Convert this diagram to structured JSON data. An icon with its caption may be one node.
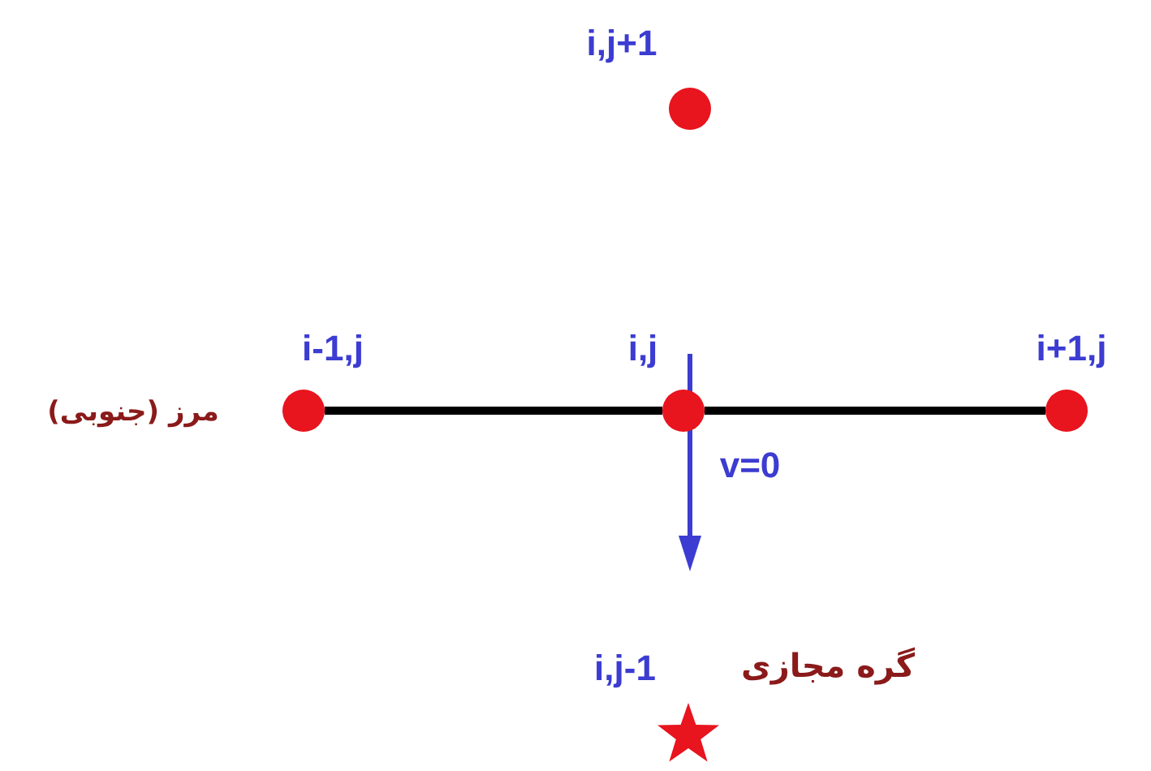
{
  "diagram": {
    "nodes": [
      {
        "text": [
          "i,j+1"
        ]
      },
      {
        "text": [
          "i-1,j"
        ]
      },
      {
        "text": [
          "i,j"
        ]
      },
      {
        "text": [
          "i+1,j"
        ]
      },
      {
        "text": [
          "i,j-1"
        ],
        "beside": [
          "گره مجازی"
        ]
      }
    ],
    "edges": [
      {
        "from": 1,
        "to": 2,
        "arrow": "none"
      },
      {
        "from": 2,
        "to": 3,
        "arrow": "none"
      }
    ],
    "labels": [
      "مرز (جنوبی)",
      "v=0"
    ]
  }
}
